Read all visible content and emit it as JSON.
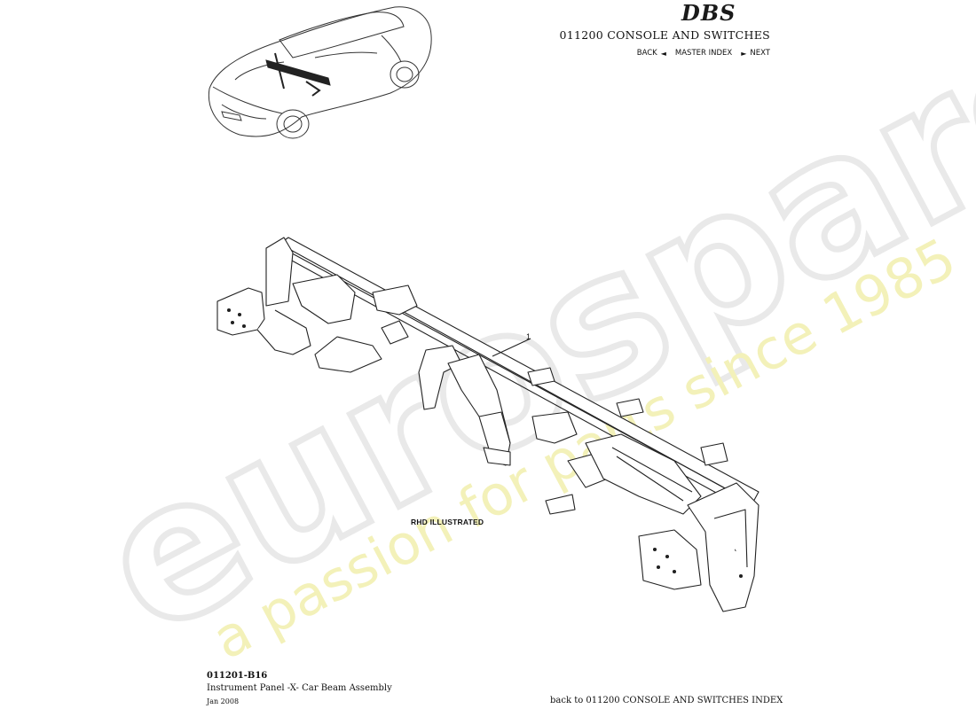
{
  "header": {
    "model_logo": "DBS",
    "section_title": "011200 CONSOLE AND SWITCHES",
    "nav": {
      "back": "BACK",
      "back_arrow": "◄",
      "master_index": "MASTER INDEX",
      "next_arrow": "►",
      "next": "NEXT"
    }
  },
  "diagram": {
    "variant_label": "RHD ILLUSTRATED",
    "callouts": [
      "1"
    ]
  },
  "watermark": {
    "brand": "eurospares",
    "tagline": "a passion for parts since 1985"
  },
  "footer": {
    "part_code": "011201-B16",
    "part_name": "Instrument Panel -X- Car Beam Assembly",
    "date": "Jan 2008",
    "back_link": "back to 011200 CONSOLE AND SWITCHES INDEX"
  }
}
